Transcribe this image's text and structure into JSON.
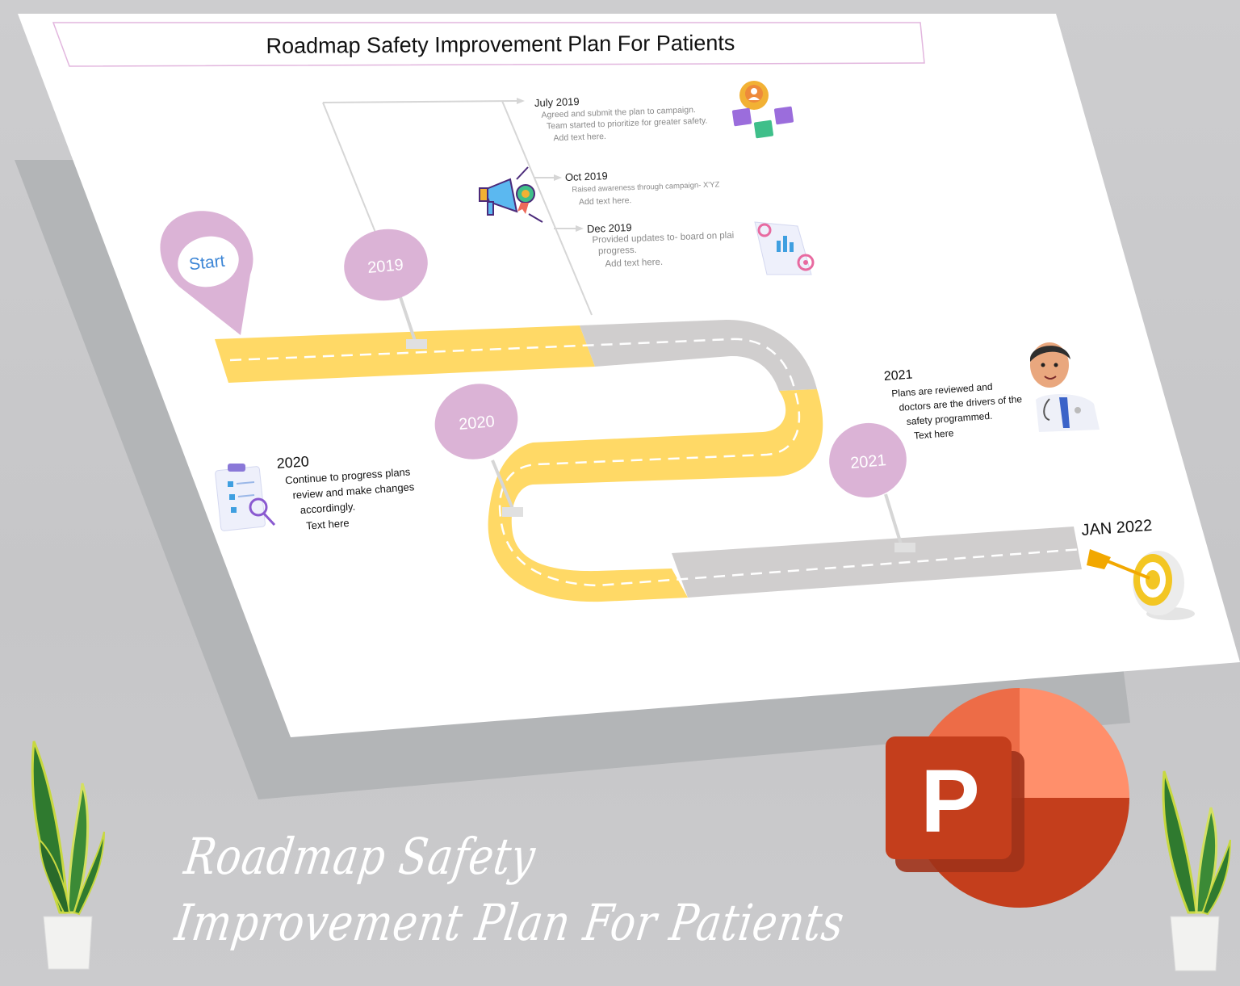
{
  "slide": {
    "title": "Roadmap Safety Improvement Plan For Patients",
    "start_label": "Start",
    "end_label": "JAN 2022",
    "colors": {
      "road_done": "#ffd966",
      "road_pending": "#d0cece",
      "milestone_bubble": "#dbb3d6",
      "start_text": "#3d86d6",
      "title_border": "#e2b6de"
    },
    "milestones": [
      {
        "year": "2019"
      },
      {
        "year": "2020"
      },
      {
        "year": "2021"
      }
    ],
    "events_2019": [
      {
        "title": "July 2019",
        "lines": [
          "Agreed and submit the plan to campaign.",
          "Team started to prioritize for greater safety.",
          "Add text here."
        ],
        "icon": "team-network-icon"
      },
      {
        "title": "Oct 2019",
        "lines": [
          "Raised awareness through campaign- X'YZ",
          "Add text here."
        ],
        "icon": "megaphone-badge-icon"
      },
      {
        "title": "Dec  2019",
        "lines": [
          "Provided updates to- board on plai",
          "progress.",
          "Add text here."
        ],
        "icon": "report-target-icon"
      }
    ],
    "note_2020": {
      "year": "2020",
      "lines": [
        "Continue to progress plans",
        "review and make changes",
        "accordingly.",
        "Text here"
      ],
      "icon": "clipboard-search-icon"
    },
    "note_2021": {
      "year": "2021",
      "lines": [
        "Plans are reviewed and",
        "doctors are the drivers of the",
        "safety programmed.",
        "Text here"
      ],
      "icon": "doctor-avatar-icon"
    }
  },
  "caption": {
    "line1": "Roadmap Safety",
    "line2": "Improvement Plan For Patients"
  },
  "logo": {
    "letter": "P",
    "name": "powerpoint-logo",
    "colors": {
      "tl": "#ed6c47",
      "tr": "#ff8f6b",
      "bottom": "#c43e1c",
      "tile": "#c43e1c",
      "tile_shadow": "#a0321a"
    }
  }
}
